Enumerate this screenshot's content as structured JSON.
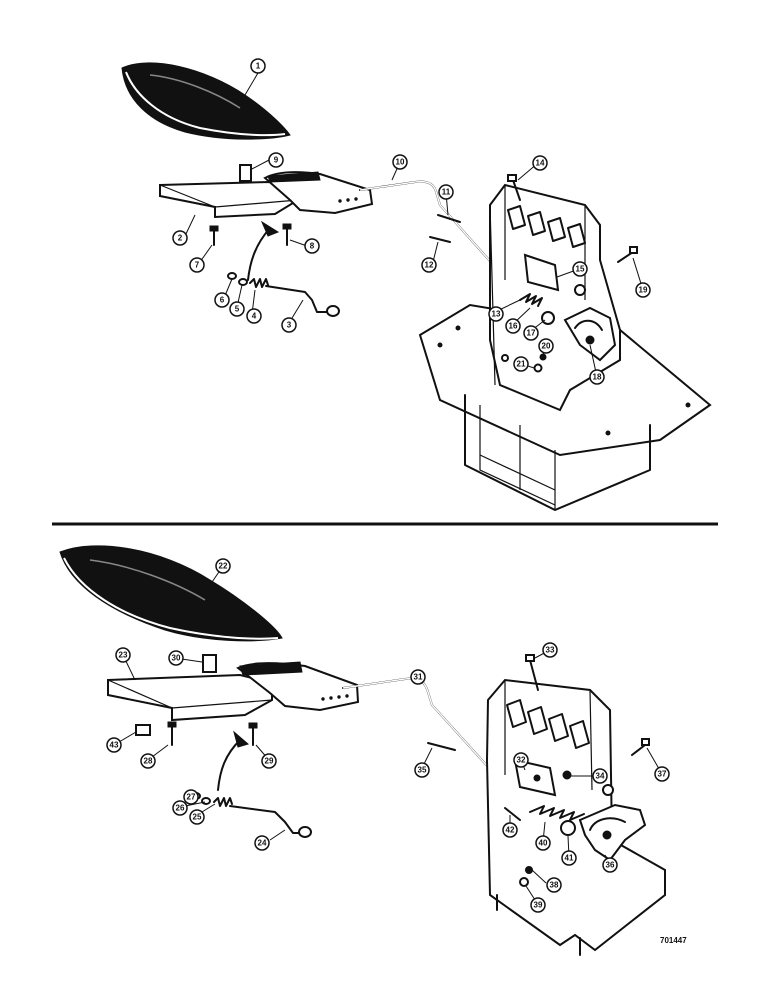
{
  "figure_code": "701447",
  "callouts": {
    "c1": "1",
    "c2": "2",
    "c3": "3",
    "c4": "4",
    "c5": "5",
    "c6": "6",
    "c7": "7",
    "c8": "8",
    "c9": "9",
    "c10": "10",
    "c11": "11",
    "c12": "12",
    "c13": "13",
    "c14": "14",
    "c15": "15",
    "c16": "16",
    "c17": "17",
    "c18": "18",
    "c19": "19",
    "c20": "20",
    "c21": "21",
    "c22": "22",
    "c23": "23",
    "c24": "24",
    "c25": "25",
    "c26": "26",
    "c27": "27",
    "c28": "28",
    "c29": "29",
    "c30": "30",
    "c31": "31",
    "c32": "32",
    "c33": "33",
    "c34": "34",
    "c35": "35",
    "c36": "36",
    "c37": "37",
    "c38": "38",
    "c39": "39",
    "c40": "40",
    "c41": "41",
    "c42": "42",
    "c43": "43"
  }
}
